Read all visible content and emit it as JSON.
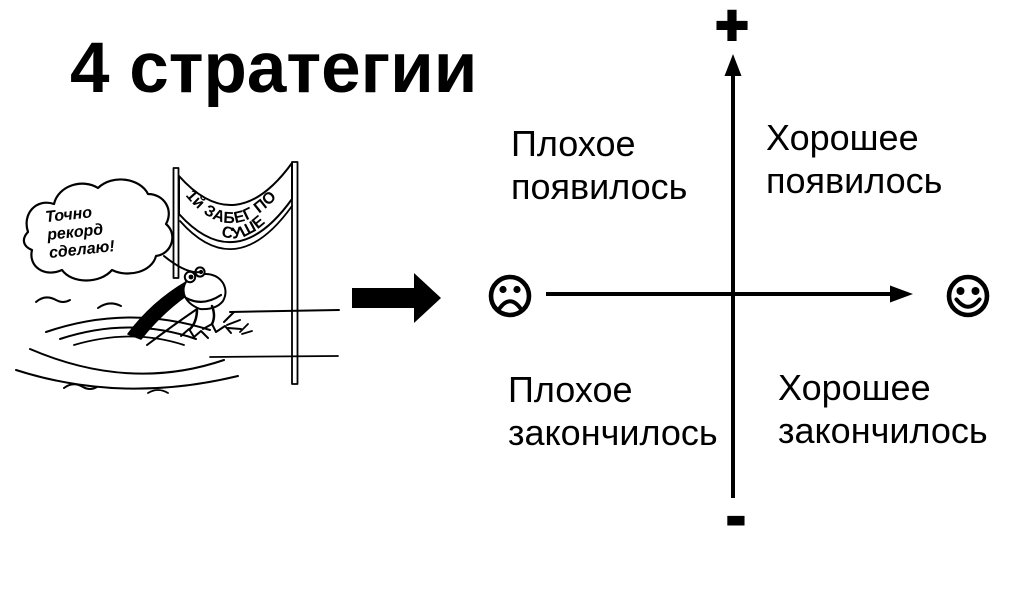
{
  "title": "4 стратегии",
  "cartoon": {
    "thought_bubble": "Точно\nрекорд\nсделаю!",
    "banner_line1": "1й ЗАБЕГ ПО",
    "banner_line2": "СУШЕ",
    "transition_arrow_icon": "arrow-right"
  },
  "diagram": {
    "plus_symbol": "+",
    "minus_symbol": "-",
    "left_end_icon": "sad-face",
    "right_end_icon": "smiley-face",
    "quadrants": {
      "top_left": "Плохое\nпоявилось",
      "top_right": "Хорошее\nпоявилось",
      "bottom_left": "Плохое\nзакончилось",
      "bottom_right": "Хорошее\nзакончилось"
    }
  },
  "colors": {
    "ink": "#000000",
    "background": "#ffffff"
  }
}
